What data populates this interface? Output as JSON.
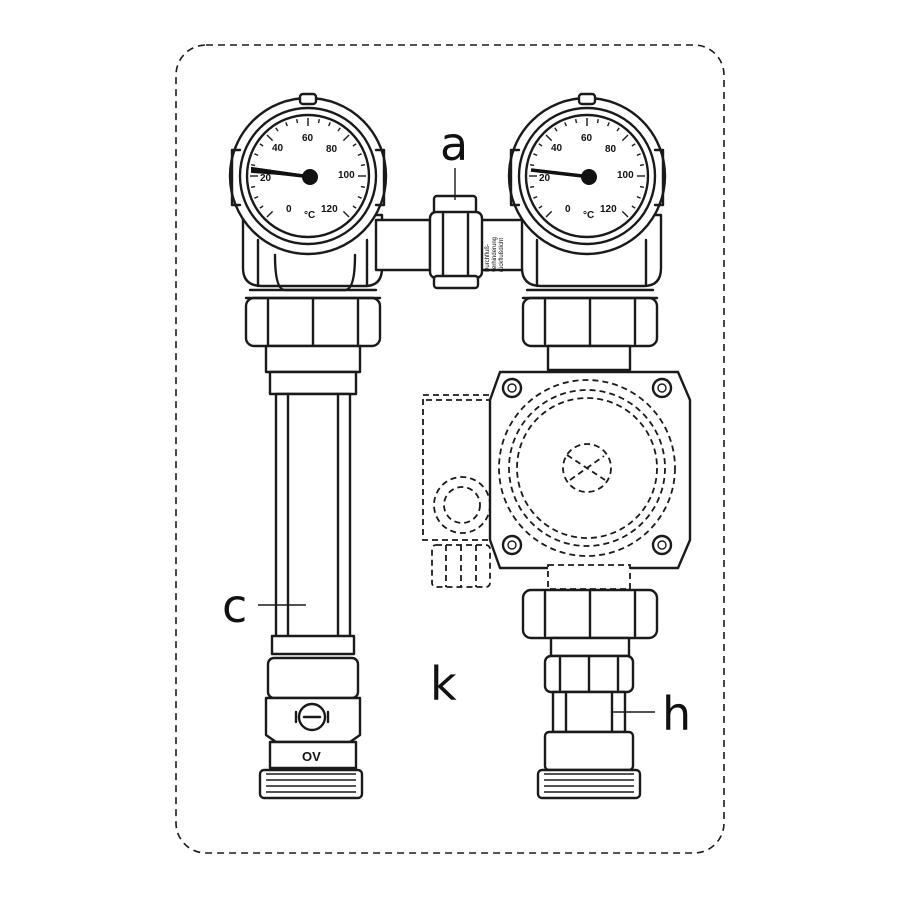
{
  "callouts": {
    "a": "a",
    "c": "c",
    "k": "k",
    "h": "h"
  },
  "gauge_left": {
    "scale": [
      "0",
      "20",
      "40",
      "60",
      "80",
      "100",
      "120"
    ],
    "unit": "°C"
  },
  "gauge_right": {
    "scale": [
      "0",
      "20",
      "40",
      "60",
      "80",
      "100",
      "120"
    ],
    "unit": "°C"
  },
  "valve_marking": "OV",
  "check_valve_marking": "Durchfluß-\nverhinderung\nrückflußdicht",
  "colors": {
    "line": "#1a1a1a",
    "background": "#ffffff"
  }
}
